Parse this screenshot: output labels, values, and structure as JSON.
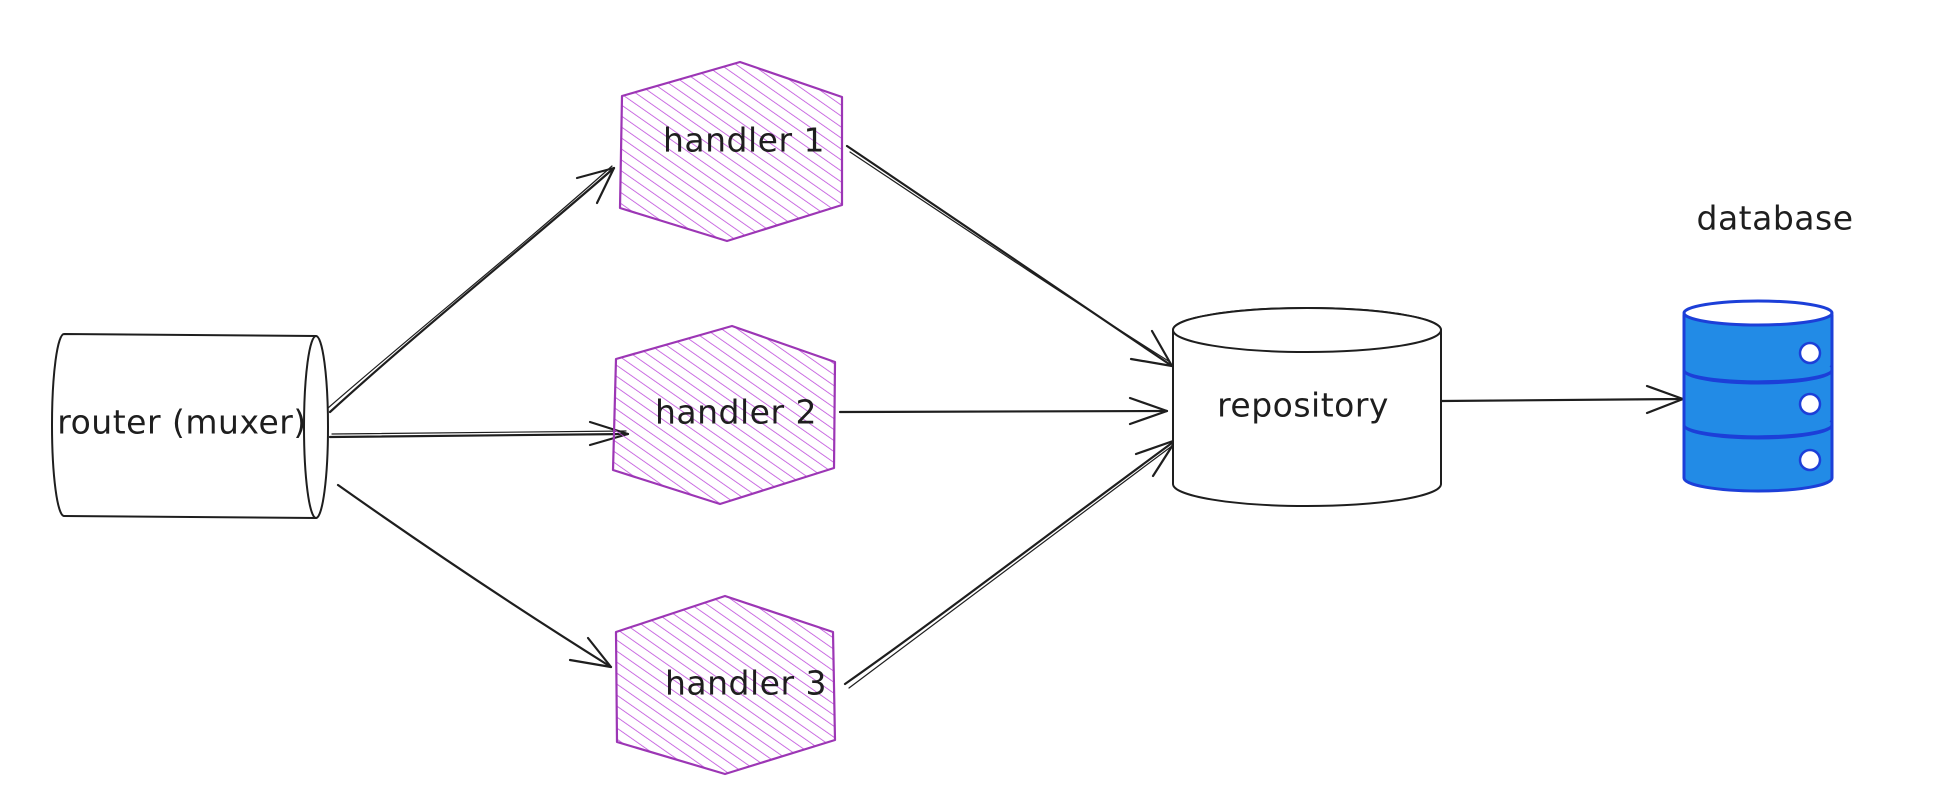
{
  "diagram": {
    "nodes": {
      "router": {
        "label": "router (muxer)"
      },
      "handler1": {
        "label": "handler 1"
      },
      "handler2": {
        "label": "handler 2"
      },
      "handler3": {
        "label": "handler 3"
      },
      "repository": {
        "label": "repository"
      },
      "database": {
        "label": "database",
        "icon": "database-icon"
      }
    },
    "edges": [
      {
        "from": "router (muxer)",
        "to": "handler 1"
      },
      {
        "from": "router (muxer)",
        "to": "handler 2"
      },
      {
        "from": "router (muxer)",
        "to": "handler 3"
      },
      {
        "from": "handler 1",
        "to": "repository"
      },
      {
        "from": "handler 2",
        "to": "repository"
      },
      {
        "from": "handler 3",
        "to": "repository"
      },
      {
        "from": "repository",
        "to": "database"
      }
    ],
    "colors": {
      "handler_stroke": "#9c36b5",
      "handler_hatch": "#be4bdb",
      "database_fill": "#228be6",
      "database_stroke": "#1c3fd8",
      "ink": "#1e1e1e"
    }
  }
}
